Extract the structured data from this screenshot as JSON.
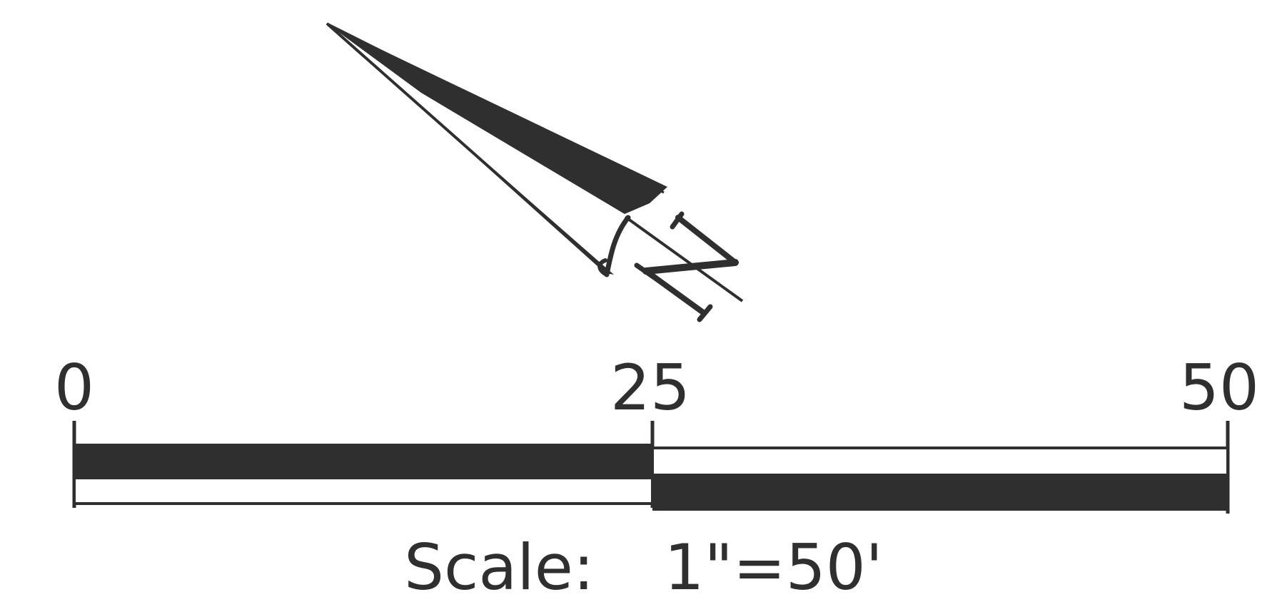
{
  "map_legend": {
    "north_arrow": {
      "label": "N",
      "icon": "north-arrow-icon"
    },
    "scale_bar": {
      "ticks": [
        {
          "value": "0"
        },
        {
          "value": "25"
        },
        {
          "value": "50"
        }
      ],
      "caption_prefix": "Scale:",
      "caption_ratio": "1\"=50'"
    },
    "colors": {
      "ink": "#2f2f2f",
      "paper": "#ffffff"
    }
  }
}
